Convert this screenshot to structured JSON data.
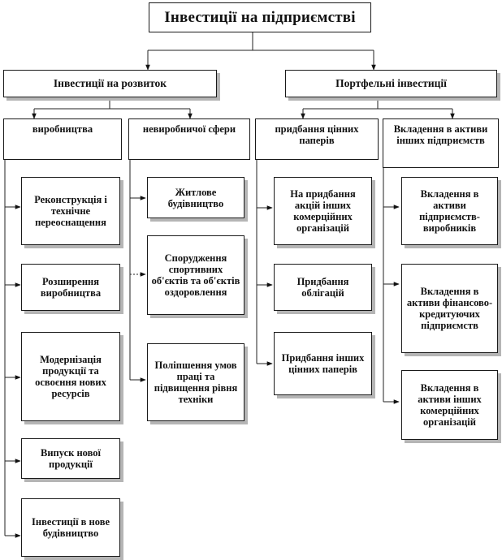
{
  "diagram": {
    "root": "Інвестиції на підприємстві",
    "branches": [
      {
        "label": "Інвестиції на розвиток",
        "groups": [
          {
            "label": "виробництва",
            "items": [
              "Реконструкція і технічне переоснащення",
              "Розширення виробництва",
              "Модернізація продукції та освоєння нових ресурсів",
              "Випуск нової продукції",
              "Інвестиції в нове будівництво"
            ]
          },
          {
            "label": "невиробничої сфери",
            "items": [
              "Житлове будівництво",
              "Спорудження спортивних об'єктів та об'єктів оздоровлення",
              "Поліпшення умов праці та підвищення рівня техніки"
            ]
          }
        ]
      },
      {
        "label": "Портфельні інвестиції",
        "groups": [
          {
            "label": "придбання цінних паперів",
            "items": [
              "На придбання акцій інших комерційних організацій",
              "Придбання облігацій",
              "Придбання інших цінних паперів"
            ]
          },
          {
            "label": "Вкладення в активи інших підприємств",
            "items": [
              "Вкладення в активи підприємств-виробників",
              "Вкладення в активи фінансово-кредитуючих підприємств",
              "Вкладення в активи інших комерційних організацій"
            ]
          }
        ]
      }
    ]
  }
}
